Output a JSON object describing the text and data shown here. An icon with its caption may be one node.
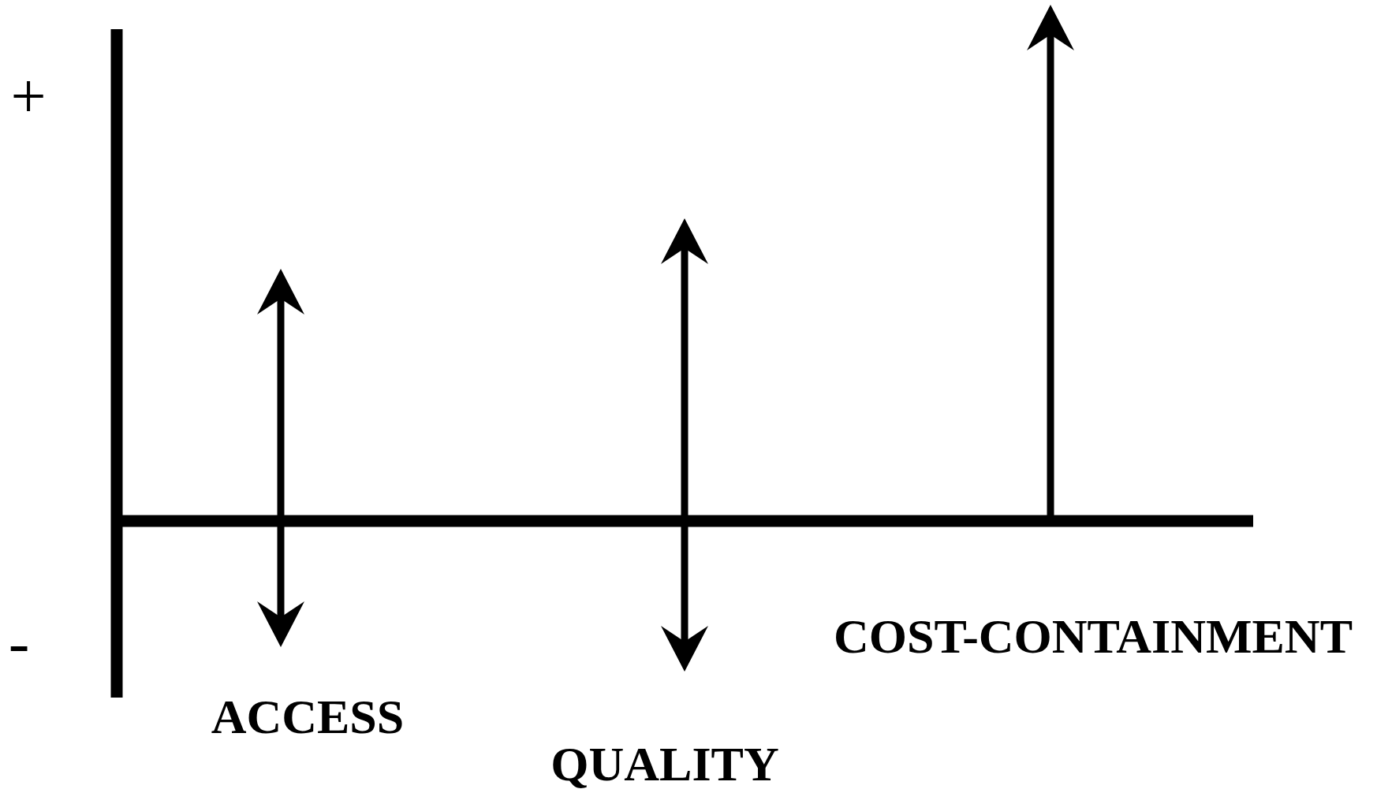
{
  "diagram": {
    "labels": [
      "+",
      "-",
      "ACCESS",
      "QUALITY",
      "COST-CONTAINMENT"
    ]
  }
}
